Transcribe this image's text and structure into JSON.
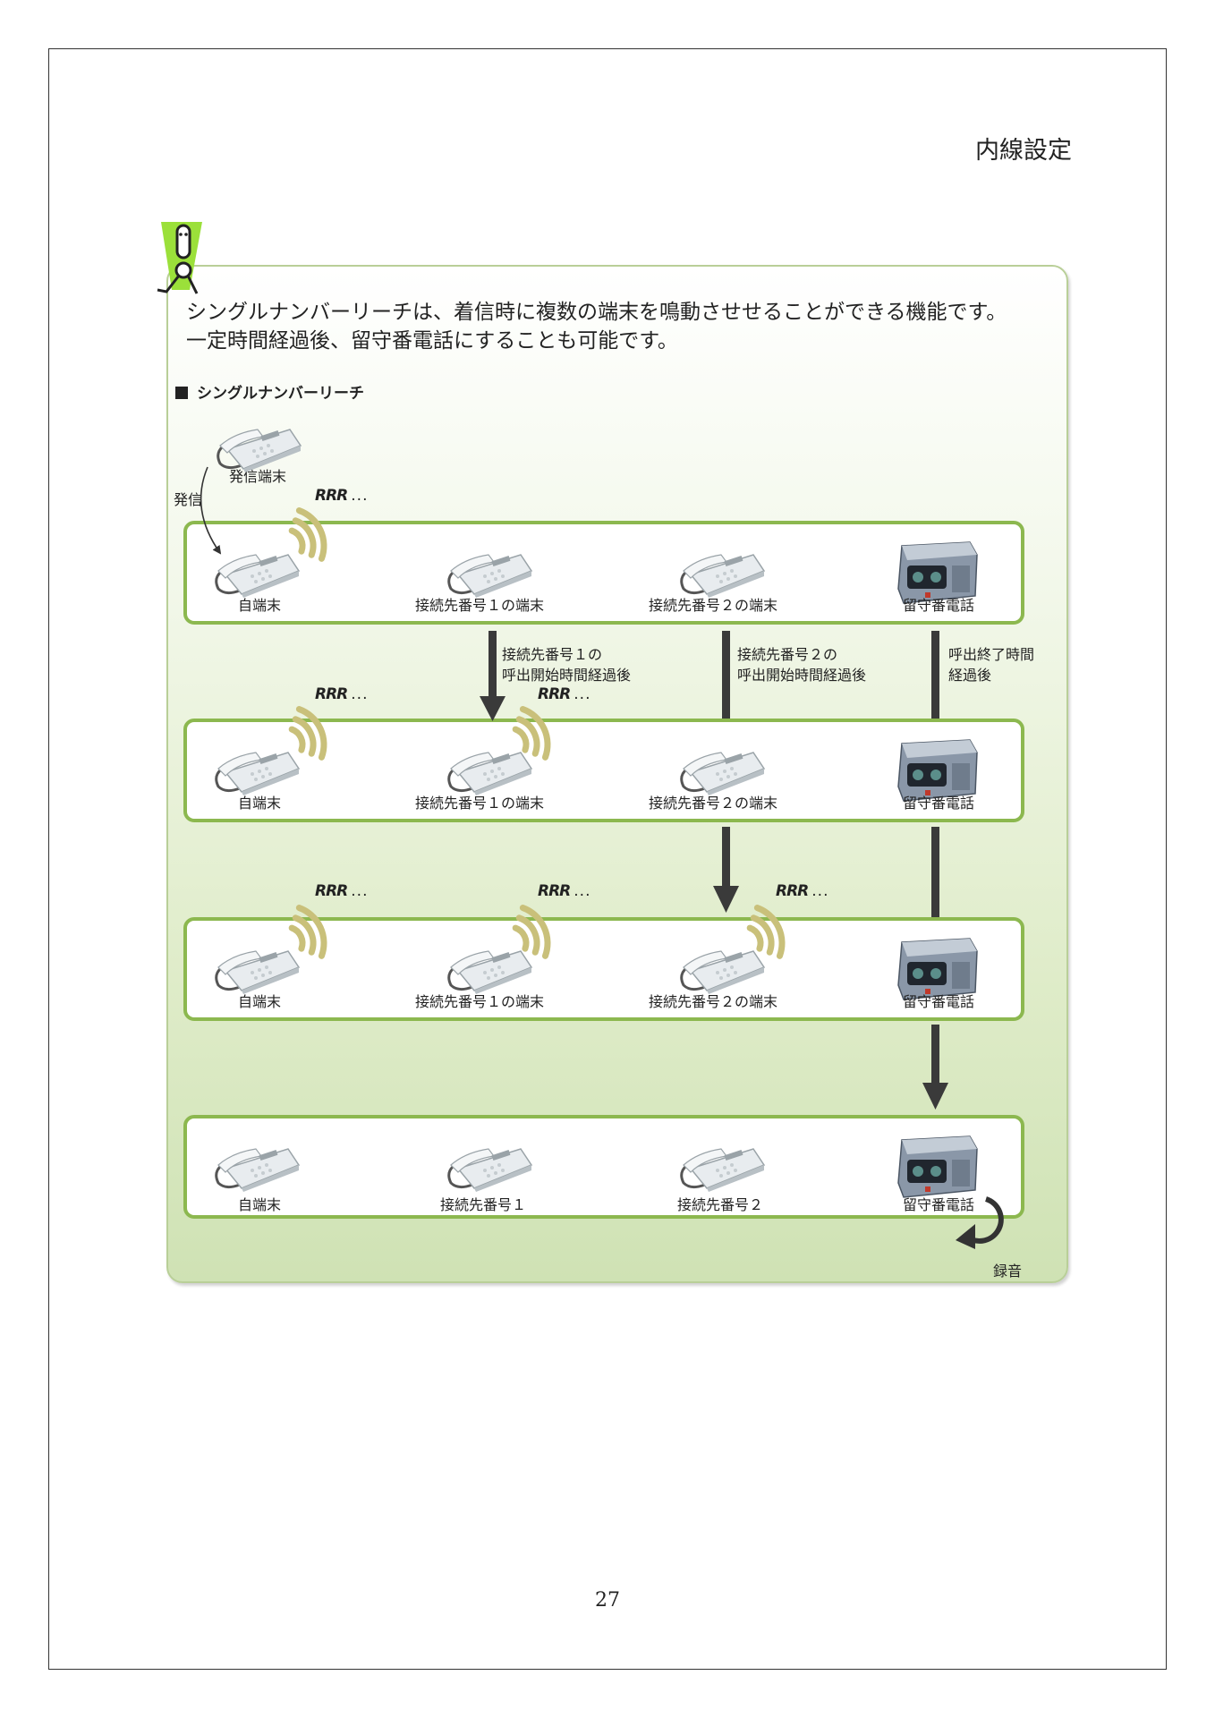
{
  "header": "内線設定",
  "intro": [
    "シングルナンバーリーチは、着信時に複数の端末を鳴動させせることができる機能です。",
    "一定時間経過後、留守番電話にすることも可能です。"
  ],
  "section_title": "シングルナンバーリーチ",
  "caller": {
    "label": "発信端末",
    "call_label": "発信"
  },
  "ring_text": "RRR",
  "ring_dots": "...",
  "rows": [
    {
      "labels": [
        "自端末",
        "接続先番号１の端末",
        "接続先番号２の端末",
        "留守番電話"
      ]
    },
    {
      "labels": [
        "自端末",
        "接続先番号１の端末",
        "接続先番号２の端末",
        "留守番電話"
      ]
    },
    {
      "labels": [
        "自端末",
        "接続先番号１の端末",
        "接続先番号２の端末",
        "留守番電話"
      ]
    },
    {
      "labels": [
        "自端末",
        "接続先番号１",
        "接続先番号２",
        "留守番電話"
      ]
    }
  ],
  "annotations": {
    "a1_line1": "接続先番号１の",
    "a1_line2": "呼出開始時間経過後",
    "a2_line1": "接続先番号２の",
    "a2_line2": "呼出開始時間経過後",
    "a3_line1": "呼出終了時間",
    "a3_line2": "経過後"
  },
  "record_label": "録音",
  "page_number": "27",
  "colors": {
    "box_border": "#8cb84f",
    "wave": "#c9c07a",
    "arrow": "#3a3a3a",
    "mascot": "#9be03a"
  }
}
